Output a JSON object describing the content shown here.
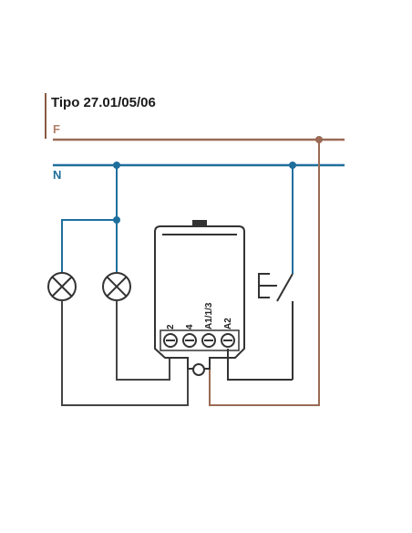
{
  "title": "Tipo 27.01/05/06",
  "lines": {
    "phase_label": "F",
    "neutral_label": "N"
  },
  "terminals": [
    "2",
    "4",
    "A1/1/3",
    "A2"
  ],
  "colors": {
    "phase": "#9a6a55",
    "neutral": "#1f6f9d",
    "wire": "#444444",
    "title_bar": "#8a5a45"
  },
  "icons": [
    "lamp-icon",
    "pushbutton-icon",
    "relay-module-icon"
  ]
}
